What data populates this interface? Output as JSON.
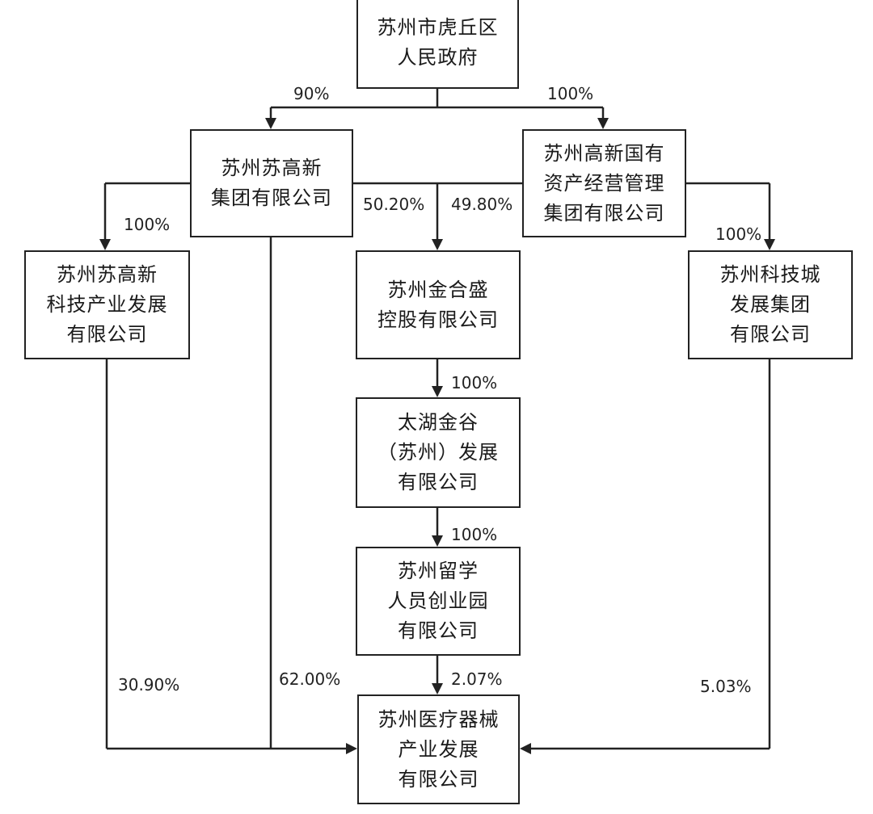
{
  "nodes": {
    "huqiu_gov": "苏州市虎丘区\n人民政府",
    "su_gaoxin": "苏州苏高新\n集团有限公司",
    "gaoxin_guoyou": "苏州高新国有\n资产经营管理\n集团有限公司",
    "su_gaoxin_keji": "苏州苏高新\n科技产业发展\n有限公司",
    "jinhesheng": "苏州金合盛\n控股有限公司",
    "keji_cheng": "苏州科技城\n发展集团\n有限公司",
    "taihu_jingu": "太湖金谷\n（苏州）发展\n有限公司",
    "liuxue_yuan": "苏州留学\n人员创业园\n有限公司",
    "yiliao_qixie": "苏州医疗器械\n产业发展\n有限公司"
  },
  "edges": {
    "gov_to_sugaoxin": "90%",
    "gov_to_guoyou": "100%",
    "sugaoxin_to_keji": "100%",
    "sugaoxin_to_jinhesheng": "50.20%",
    "guoyou_to_jinhesheng": "49.80%",
    "guoyou_to_kejicheng": "100%",
    "jinhesheng_to_taihu": "100%",
    "taihu_to_liuxue": "100%",
    "keji_to_yiliao": "30.90%",
    "sugaoxin_to_yiliao": "62.00%",
    "liuxue_to_yiliao": "2.07%",
    "kejicheng_to_yiliao": "5.03%"
  }
}
